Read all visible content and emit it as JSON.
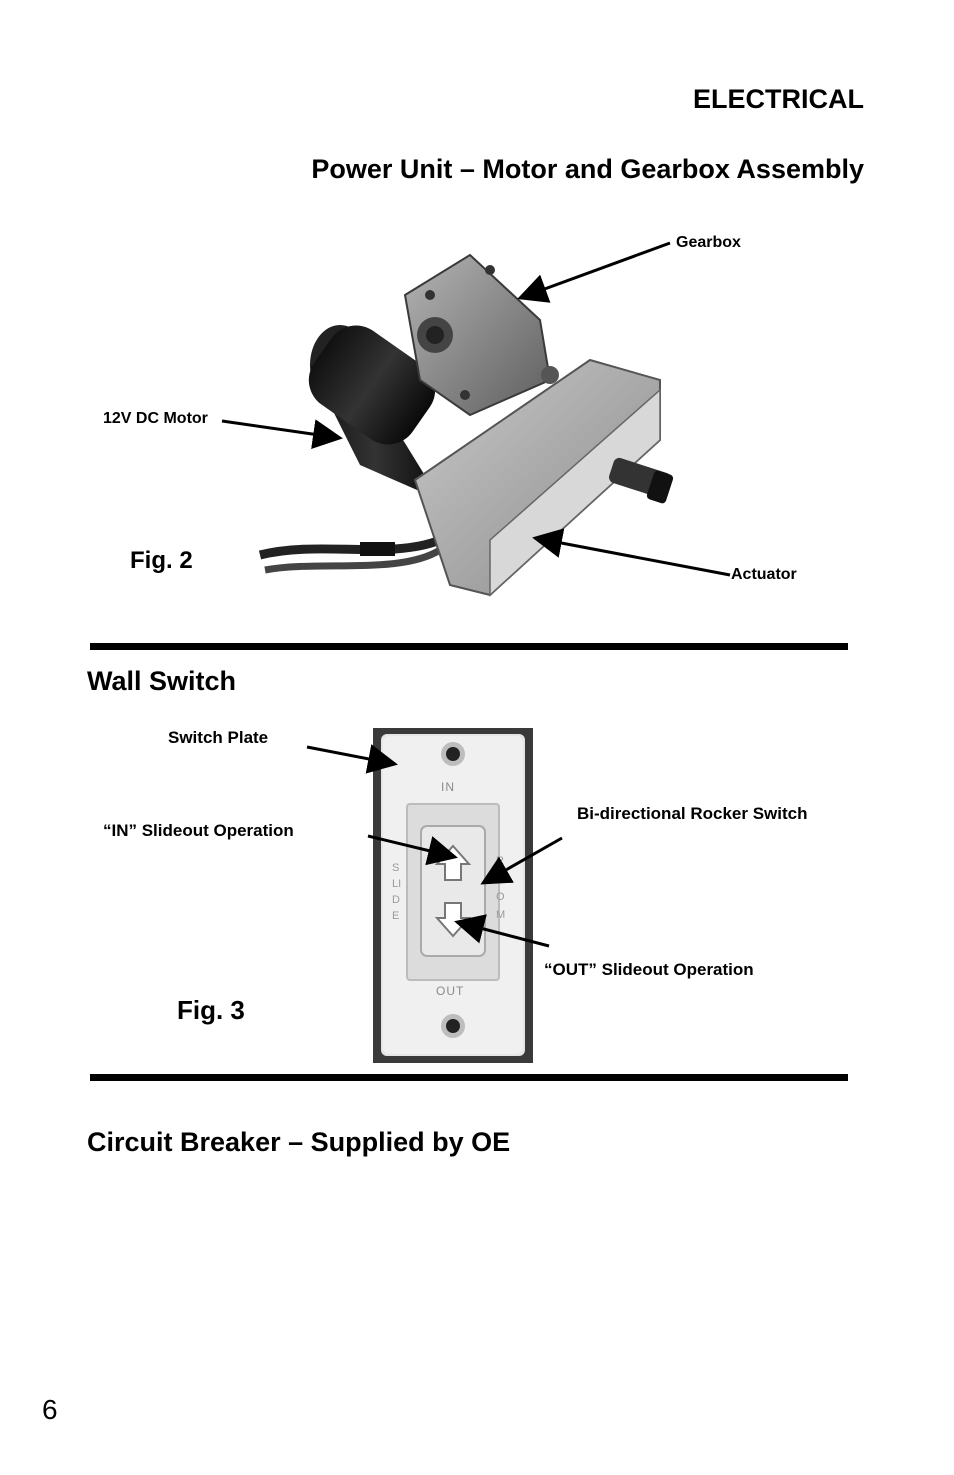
{
  "header": {
    "section": "ELECTRICAL",
    "title": "Power Unit – Motor and Gearbox Assembly"
  },
  "fig2": {
    "label": "Fig. 2",
    "callouts": {
      "gearbox": "Gearbox",
      "motor": "12V DC Motor",
      "actuator": "Actuator"
    }
  },
  "wall_switch": {
    "heading": "Wall Switch",
    "fig_label": "Fig. 3",
    "callouts": {
      "switch_plate": "Switch Plate",
      "in_operation": "“IN” Slideout Operation",
      "rocker": "Bi-directional Rocker Switch",
      "out_operation": "“OUT” Slideout Operation"
    },
    "plate_text": {
      "in": "IN",
      "out": "OUT",
      "left_vertical": "SLIDE",
      "right_vertical": "ROOM"
    }
  },
  "circuit_breaker": {
    "heading": "Circuit Breaker – Supplied by OE"
  },
  "page_number": "6"
}
